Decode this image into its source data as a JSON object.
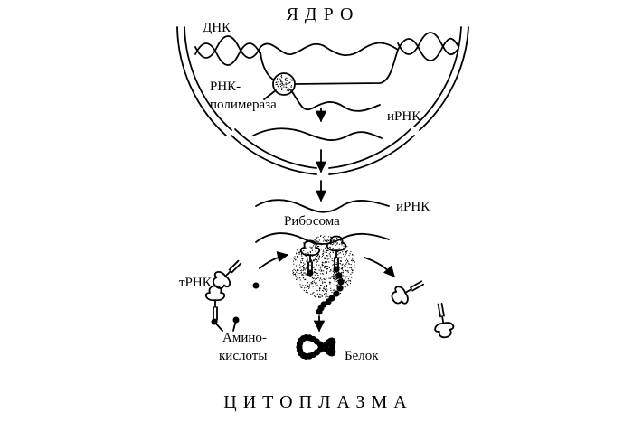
{
  "title_nucleus": "ЯДРО",
  "title_cytoplasm": "ЦИТОПЛАЗМА",
  "labels": {
    "dna": "ДНК",
    "rna_polymerase_1": "РНК-",
    "rna_polymerase_2": "полимераза",
    "mrna_nucleus": "иРНК",
    "mrna_cytoplasm": "иРНК",
    "ribosome": "Рибосома",
    "trna": "тРНК",
    "amino_acids_1": "Амино-",
    "amino_acids_2": "кислоты",
    "protein": "Белок"
  },
  "colors": {
    "ink": "#000000",
    "background": "#ffffff"
  }
}
